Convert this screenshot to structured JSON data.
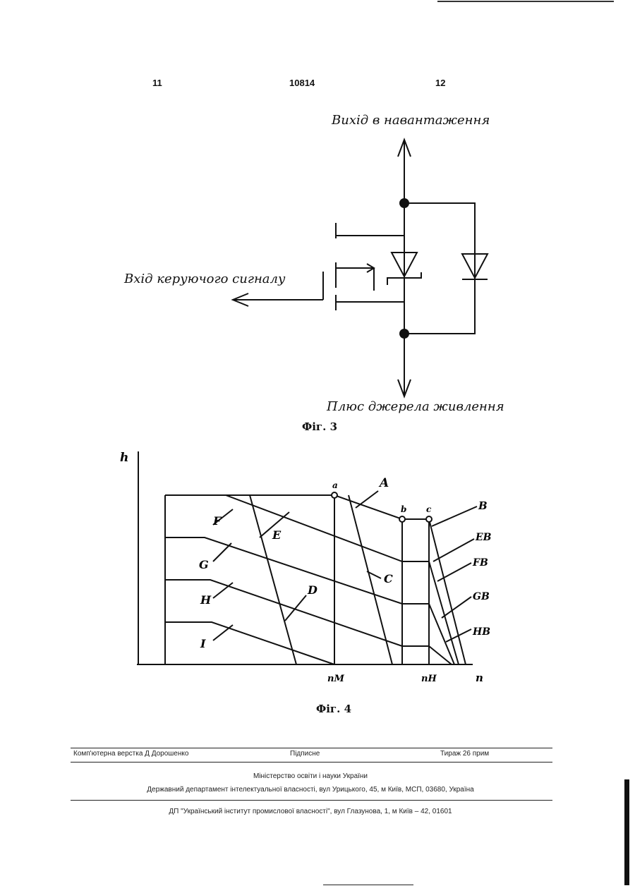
{
  "header": {
    "page_left": "11",
    "doc_number": "10814",
    "page_right": "12"
  },
  "fig3": {
    "label_output": "Вихід в навантаження",
    "label_control": "Вхід керуючого сигналу",
    "label_supply": "Плюс джерела живлення",
    "caption": "Фіг. 3"
  },
  "fig4": {
    "y_axis": "h",
    "x_axis": "n",
    "tick_nm": "nM",
    "tick_nh": "nH",
    "points": [
      "a",
      "b",
      "c"
    ],
    "curves": [
      "A",
      "B",
      "C",
      "D",
      "E",
      "F",
      "G",
      "H",
      "I"
    ],
    "curves_b": [
      "EB",
      "FB",
      "GB",
      "HB"
    ],
    "caption": "Фіг. 4"
  },
  "footer": {
    "composer": "Комп'ютерна верстка Д  Дорошенко",
    "signed": "Підписне",
    "circulation": "Тираж 26 прим",
    "ministry": "Міністерство освіти і науки України",
    "department": "Державний департамент інтелектуальної власності, вул  Урицького, 45, м  Київ, МСП, 03680, Україна",
    "institute": "ДП \"Український інститут промислової власності\", вул  Глазунова, 1, м  Київ – 42, 01601"
  }
}
